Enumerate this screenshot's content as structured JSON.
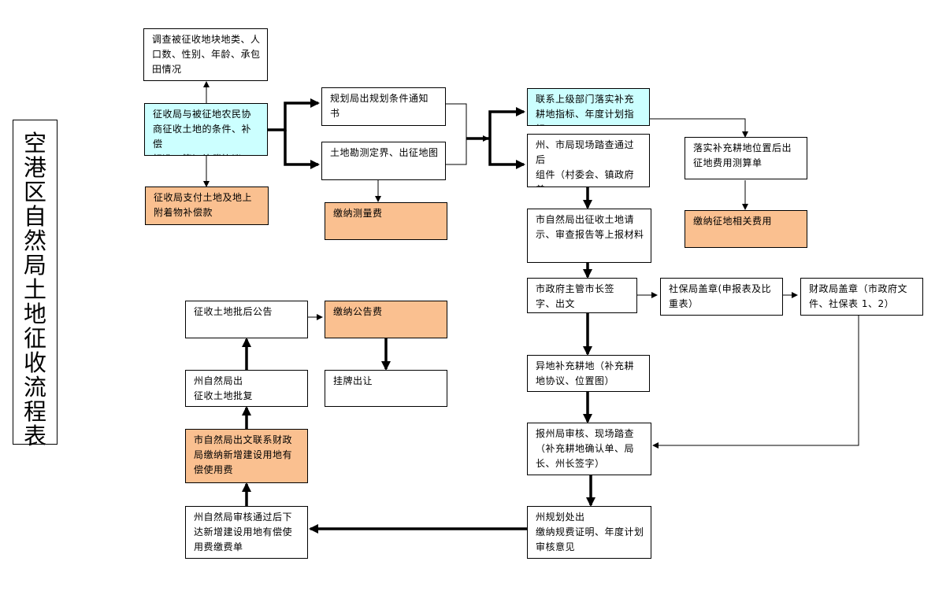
{
  "title": "空港区自然局土地征收流程表",
  "nodes": [
    {
      "id": "n1",
      "text": "调查被征收地块地类、人\n口数、性别、年龄、承包\n田情况",
      "fill": "#ffffff"
    },
    {
      "id": "n2",
      "text": "征收局与被征地农民协\n商征收土地的条件、补偿\n标准、签订补偿协议",
      "fill": "#ccffff"
    },
    {
      "id": "n3",
      "text": "征收局支付土地及地上\n附着物补偿款",
      "fill": "#fac090"
    },
    {
      "id": "n4",
      "text": "规划局出规划条件通知\n书",
      "fill": "#ffffff"
    },
    {
      "id": "n5",
      "text": "土地勘测定界、出征地图",
      "fill": "#ffffff"
    },
    {
      "id": "n6",
      "text": "缴纳测量费",
      "fill": "#fac090"
    },
    {
      "id": "n7",
      "text": "联系上级部门落实补充\n耕地指标、年度计划指标",
      "fill": "#ccffff"
    },
    {
      "id": "n8",
      "text": "州、市局现场踏查通过后\n组件（村委会、镇政府盖\n章材料）",
      "fill": "#ffffff"
    },
    {
      "id": "n9",
      "text": "落实补充耕地位置后出\n征地费用测算单",
      "fill": "#ffffff"
    },
    {
      "id": "n10",
      "text": "缴纳征地相关费用",
      "fill": "#fac090"
    },
    {
      "id": "n11",
      "text": "市自然局出征收土地请\n示、审查报告等上报材料",
      "fill": "#ffffff"
    },
    {
      "id": "n12",
      "text": "市政府主管市长签\n字、出文",
      "fill": "#ffffff"
    },
    {
      "id": "n13",
      "text": "社保局盖章(申报表及比\n重表）",
      "fill": "#ffffff"
    },
    {
      "id": "n14",
      "text": "财政局盖章（市政府文\n件、社保表 1、2）",
      "fill": "#ffffff"
    },
    {
      "id": "n15",
      "text": "异地补充耕地（补充耕\n地协议、位置图）",
      "fill": "#ffffff"
    },
    {
      "id": "n16",
      "text": "报州局审核、现场踏查\n（补充耕地确认单、局\n长、州长签字）",
      "fill": "#ffffff"
    },
    {
      "id": "n17",
      "text": "州规划处出\n缴纳规费证明、年度计划\n审核意见",
      "fill": "#ffffff"
    },
    {
      "id": "n18",
      "text": "州自然局审核通过后下\n达新增建设用地有偿使\n用费缴费单",
      "fill": "#ffffff"
    },
    {
      "id": "n19",
      "text": "市自然局出文联系财政\n局缴纳新增建设用地有\n偿使用费",
      "fill": "#fac090"
    },
    {
      "id": "n20",
      "text": "州自然局出\n征收土地批复",
      "fill": "#ffffff"
    },
    {
      "id": "n21",
      "text": "征收土地批后公告",
      "fill": "#ffffff"
    },
    {
      "id": "n22",
      "text": "缴纳公告费",
      "fill": "#fac090"
    },
    {
      "id": "n23",
      "text": "挂牌出让",
      "fill": "#ffffff"
    }
  ],
  "edges": [
    {
      "from": "n2",
      "to": "n1"
    },
    {
      "from": "n2",
      "to": "n3"
    },
    {
      "from": "n2",
      "to": "n4"
    },
    {
      "from": "n2",
      "to": "n5"
    },
    {
      "from": "n5",
      "to": "n6"
    },
    {
      "from": "n4",
      "to": "n7"
    },
    {
      "from": "n5",
      "to": "n7"
    },
    {
      "from": "n4",
      "to": "n8"
    },
    {
      "from": "n5",
      "to": "n8"
    },
    {
      "from": "n7",
      "to": "n9"
    },
    {
      "from": "n9",
      "to": "n10"
    },
    {
      "from": "n8",
      "to": "n11"
    },
    {
      "from": "n11",
      "to": "n12"
    },
    {
      "from": "n12",
      "to": "n13"
    },
    {
      "from": "n13",
      "to": "n14"
    },
    {
      "from": "n12",
      "to": "n15"
    },
    {
      "from": "n15",
      "to": "n16"
    },
    {
      "from": "n14",
      "to": "n16"
    },
    {
      "from": "n16",
      "to": "n17"
    },
    {
      "from": "n17",
      "to": "n18"
    },
    {
      "from": "n18",
      "to": "n19"
    },
    {
      "from": "n19",
      "to": "n20"
    },
    {
      "from": "n20",
      "to": "n21"
    },
    {
      "from": "n21",
      "to": "n22"
    },
    {
      "from": "n22",
      "to": "n23"
    }
  ]
}
